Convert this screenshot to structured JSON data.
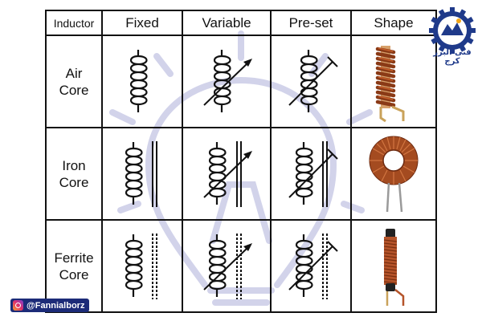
{
  "table": {
    "headers": [
      "Inductor",
      "Fixed",
      "Variable",
      "Pre-set",
      "Shape"
    ],
    "rows": [
      {
        "label_line1": "Air",
        "label_line2": "Core",
        "core": "air"
      },
      {
        "label_line1": "Iron",
        "label_line2": "Core",
        "core": "iron"
      },
      {
        "label_line1": "Ferrite",
        "label_line2": "Core",
        "core": "ferrite"
      }
    ]
  },
  "symbols": {
    "fixed": "inductor-coil-icon",
    "variable": "variable-arrow-icon",
    "preset": "preset-tee-icon"
  },
  "photos": [
    "air-core-coil-photo",
    "toroid-coil-photo",
    "ferrite-rod-coil-photo"
  ],
  "branding": {
    "logo_text": "فنی البرز کرج",
    "handle": "@Fannialborz",
    "accent": "#1c2b78"
  },
  "colors": {
    "copper": "#b5542a",
    "copper_dark": "#6d2a10",
    "lead": "#c9a25a",
    "watermark": "#c7c9e6"
  }
}
